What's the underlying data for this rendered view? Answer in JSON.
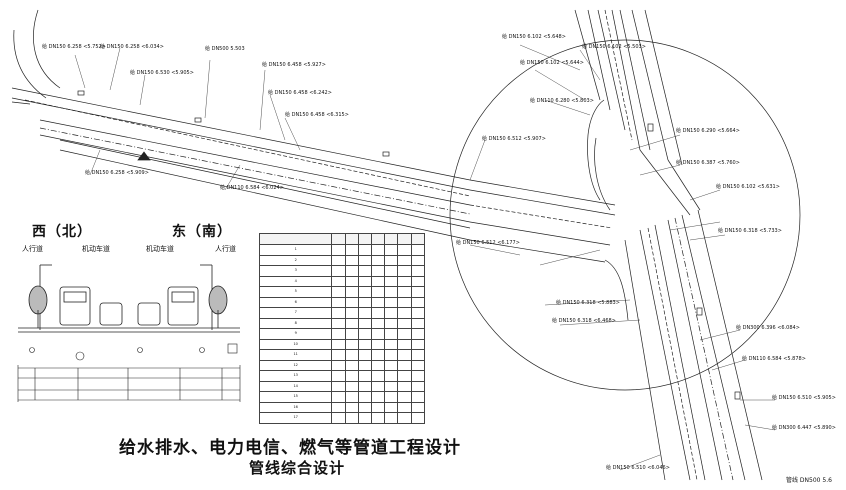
{
  "drawing": {
    "title_main": "给水排水、电力电信、燃气等管道工程设计",
    "title_sub": "管线综合设计",
    "section_west": "西（北）",
    "section_east": "东（南）",
    "lanes": [
      "人行道",
      "机动车道",
      "机动车道",
      "人行道"
    ],
    "corner_label": "管线 DN500 5.6",
    "pipe_labels": [
      "给 DN150 6.258 <5.752>",
      "给 DN150 6.258 <6.034>",
      "给 DN500 5.503",
      "给 DN150 6.530 <5.905>",
      "给 DN150 6.458 <5.927>",
      "给 DN150 6.458 <6.242>",
      "给 DN150 6.458 <6.315>",
      "给 DN150 6.258 <5.909>",
      "给 DN110 6.584 <6.024>",
      "给 DN150 6.102 <5.648>",
      "给 DN150 6.102 <5.503>",
      "给 DN150 6.102 <5.644>",
      "给 DN110 6.280 <5.803>",
      "给 DN150 6.512 <5.907>",
      "给 DN150 6.290 <5.664>",
      "给 DN150 6.387 <5.760>",
      "给 DN150 6.102 <5.631>",
      "给 DN150 6.318 <5.733>",
      "给 DN150 6.512 <6.177>",
      "给 DN150 6.318 <5.883>",
      "给 DN150 6.318 <6.468>",
      "给 DN300 6.396 <6.084>",
      "给 DN110 6.584 <5.878>",
      "给 DN150 6.510 <5.905>",
      "给 DN300 6.447 <5.890>",
      "给 DN150 6.510 <6.046>"
    ]
  },
  "table": {
    "headers": [
      "",
      "",
      "",
      "",
      "",
      "",
      "",
      ""
    ],
    "row_numbers": [
      "1",
      "2",
      "3",
      "4",
      "5",
      "6",
      "7",
      "8",
      "9",
      "10",
      "11",
      "12",
      "13",
      "14",
      "15",
      "16",
      "17"
    ]
  }
}
